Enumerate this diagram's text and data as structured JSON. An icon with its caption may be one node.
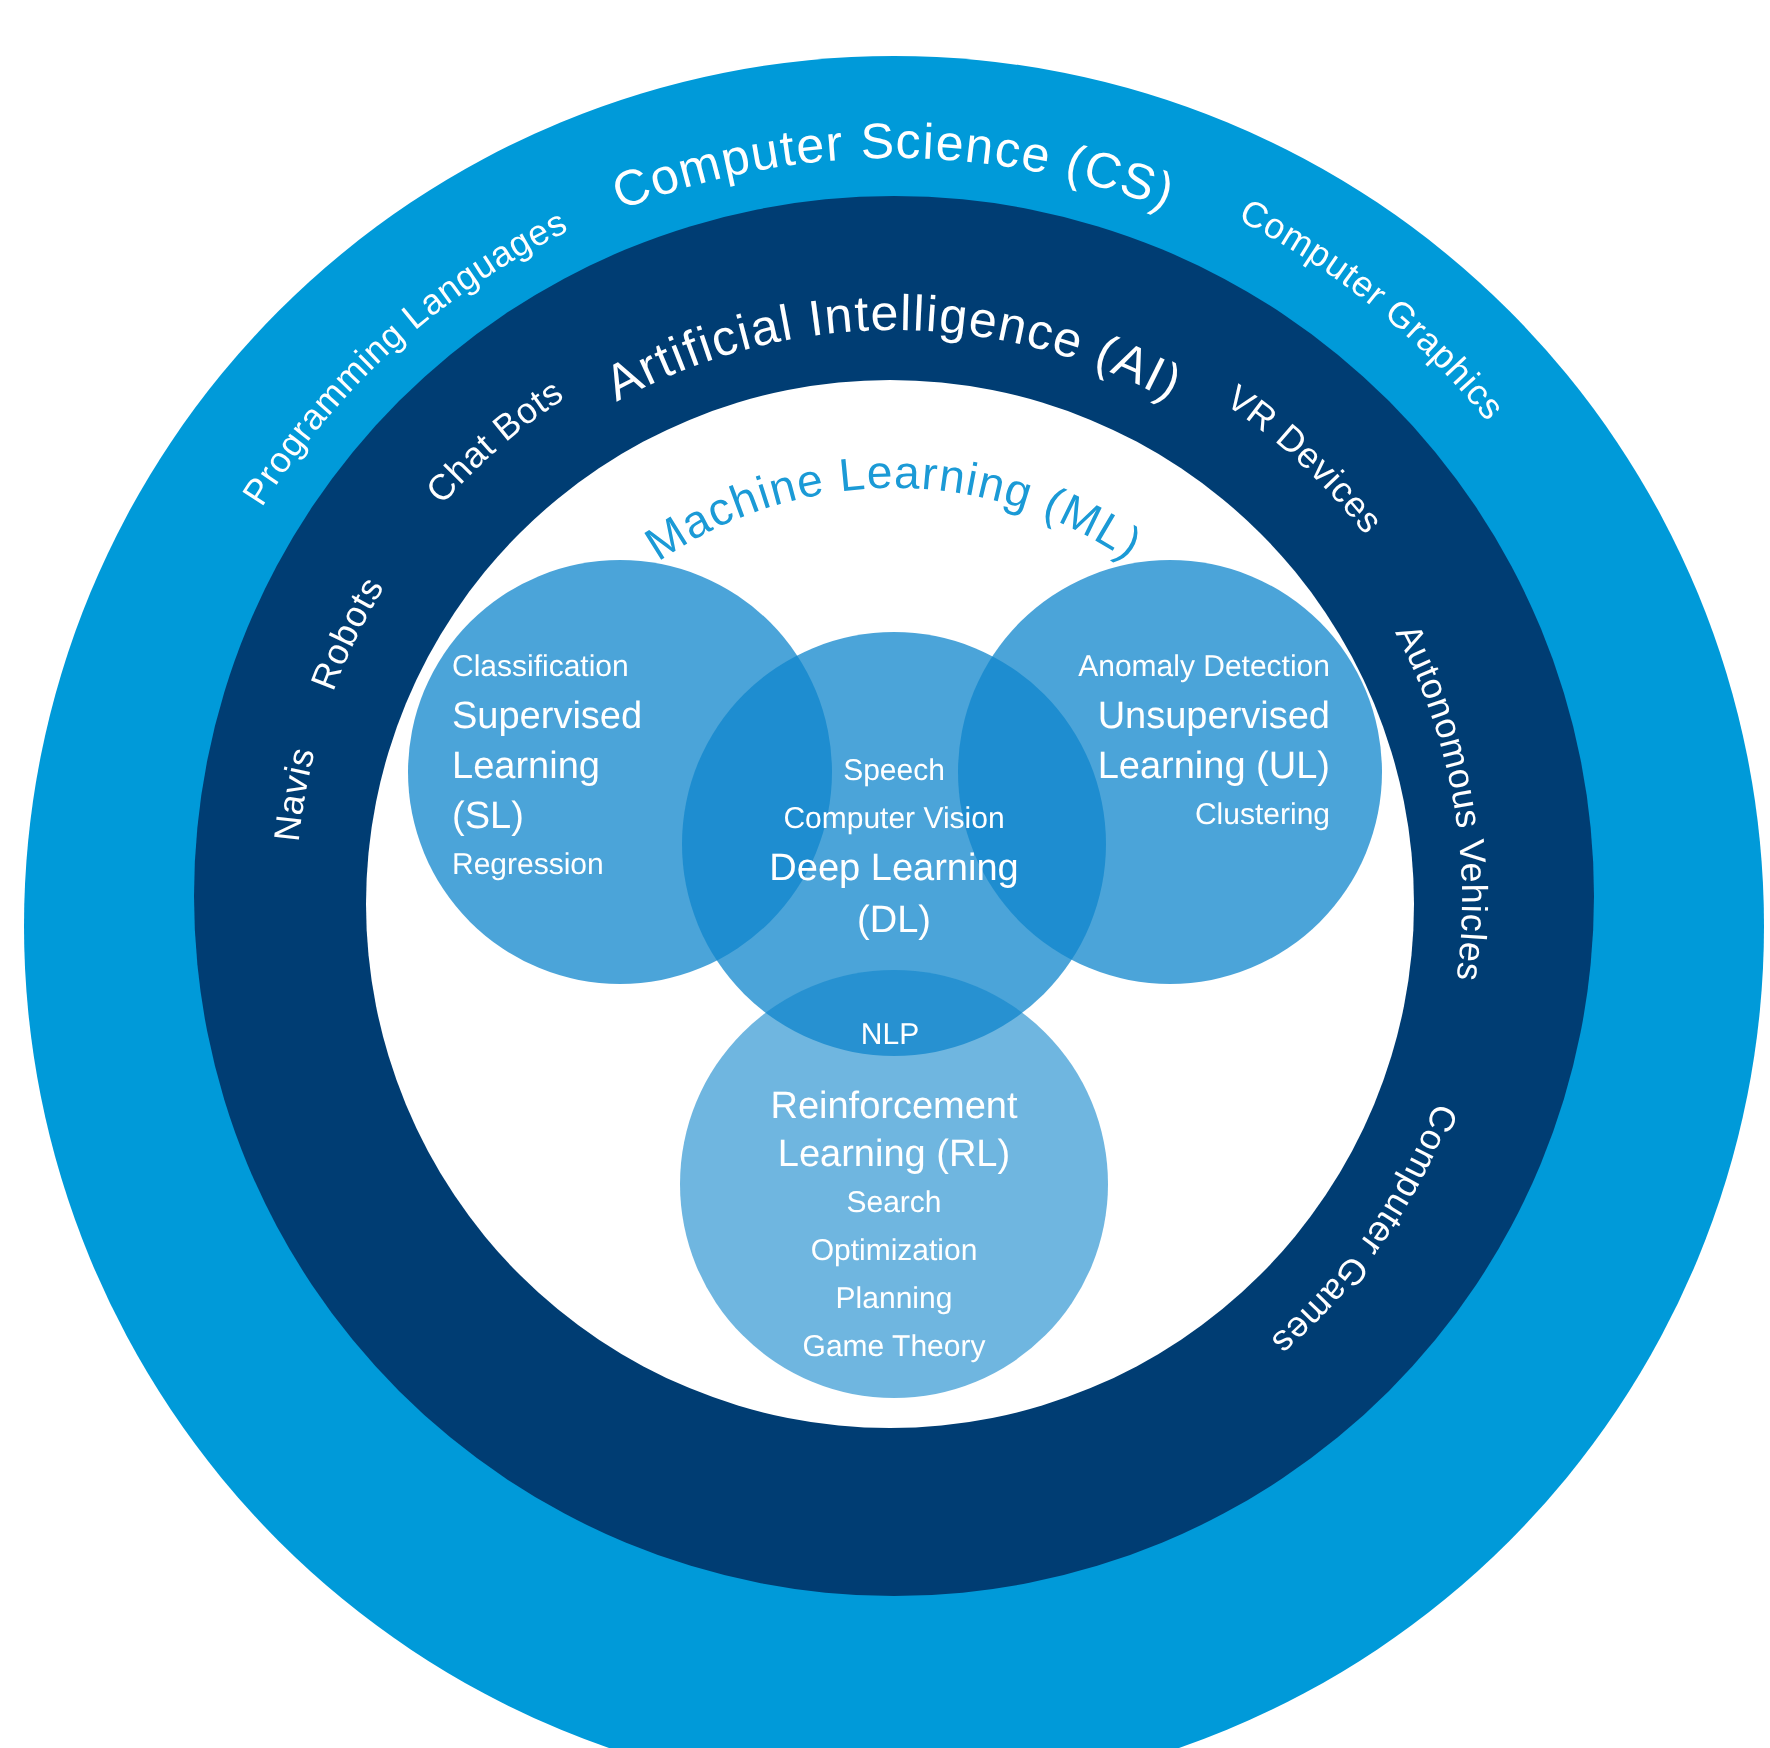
{
  "diagram": {
    "nodes": [
      {
        "text": [
          "Computer Science (CS)"
        ]
      },
      {
        "text": [
          "Artificial Intelligence (AI)"
        ],
        "in": 0
      },
      {
        "text": [
          "Machine Learning (ML)"
        ],
        "in": 1
      },
      {
        "text": [
          "Classification",
          "Supervised Learning (SL)",
          "Regression"
        ],
        "in": 2
      },
      {
        "text": [
          "Speech",
          "Computer Vision",
          "Deep Learning (DL)"
        ],
        "in": 2
      },
      {
        "text": [
          "Anomaly Detection",
          "Unsupervised Learning (UL)",
          "Clustering"
        ],
        "in": 2
      },
      {
        "text": [
          "Reinforcement Learning (RL)",
          "Search",
          "Optimization",
          "Planning",
          "Game Theory"
        ],
        "in": 2
      }
    ],
    "labels": [
      "Programming Languages",
      "Computer Graphics",
      "Chat Bots",
      "VR Devices",
      "Robots",
      "Autonomous Vehicles",
      "Navis",
      "Computer Games",
      "NLP"
    ]
  }
}
